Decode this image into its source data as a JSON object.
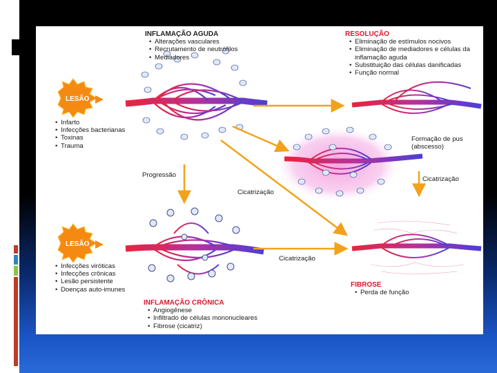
{
  "acute": {
    "title": "INFLAMAÇÃO AGUDA",
    "items": [
      "Alterações vasculares",
      "Recrutamento de neutrófilos",
      "Mediadores"
    ]
  },
  "resolution": {
    "title": "RESOLUÇÃO",
    "items": [
      "Eliminação de estímulos nocivos",
      "Eliminação de mediadores e células da",
      "inflamação aguda",
      "Substituição das células danificadas",
      "Função normal"
    ]
  },
  "lesion_top": {
    "label": "LESÃO",
    "items": [
      "Infarto",
      "Infecções bacterianas",
      "Toxinas",
      "Trauma"
    ]
  },
  "pus": {
    "line1": "Formação de pus",
    "line2": "(abscesso)"
  },
  "arrows": {
    "progression": "Progressão",
    "healing_diag": "Cicatrização",
    "healing_right": "Cicatrização",
    "healing_bottom": "Cicatrização"
  },
  "lesion_bottom": {
    "label": "LESÃO",
    "items": [
      "Infecções viróticas",
      "Infecções crônicas",
      "Lesão persistente",
      "Doenças auto-imunes"
    ]
  },
  "fibrosis": {
    "title": "FIBROSE",
    "items": [
      "Perda de função"
    ]
  },
  "chronic": {
    "title": "INFLAMAÇÃO CRÔNICA",
    "items": [
      "Angiogênese",
      "Infiltrado de células mononucleares",
      "Fibrose (cicatriz)"
    ]
  },
  "colors": {
    "title_red": "#d61a2a",
    "arrow_orange": "#f2a21a",
    "artery_red": "#e8243c",
    "vein_blue": "#4a3fd8",
    "burst_orange": "#f58a12"
  }
}
